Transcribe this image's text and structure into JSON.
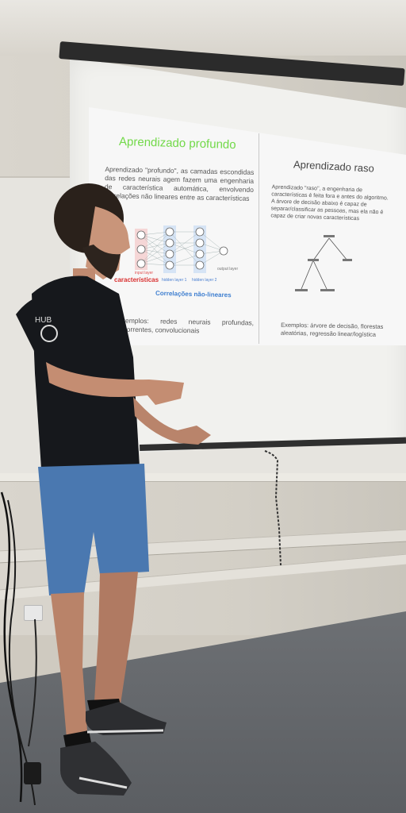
{
  "slide": {
    "left_title": "Aprendizado profundo",
    "right_title": "Aprendizado raso",
    "left_text": "Aprendizado \"profundo\", as camadas escondidas das redes neurais agem fazem uma engenharia de característica automática, envolvendo correlações não lineares entre as características",
    "right_text": "Aprendizado \"raso\", a engenharia de características é feita fora e antes do algoritmo. A árvore de decisão abaixo é capaz de separar/classificar as pessoas, mas ela não é capaz de criar novas características",
    "nn": {
      "input_label": "input layer",
      "characteristics_label": "características",
      "hidden1_label": "hidden layer 1",
      "hidden2_label": "hidden layer 2",
      "output_label": "output layer",
      "caption": "Correlações não-lineares"
    },
    "left_examples": "Exemplos: redes neurais profundas, recorrentes, convolucionais",
    "right_examples": "Exemplos: árvore de decisão, florestas aleatórias, regressão linear/logística"
  },
  "colors": {
    "left_title": "#72d949",
    "caption": "#3f7fd0",
    "shirt": "#16181c",
    "shorts": "#4a78b0"
  }
}
